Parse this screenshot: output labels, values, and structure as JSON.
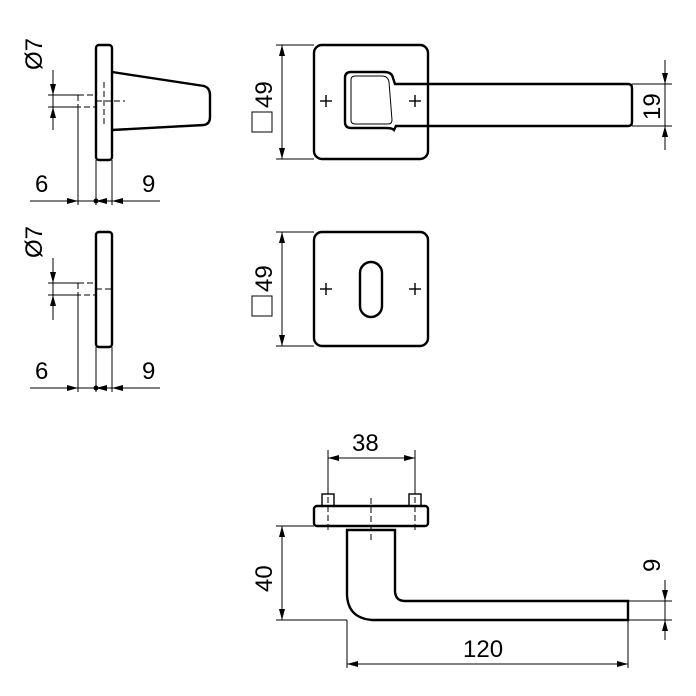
{
  "dimensions": {
    "rosette_pin_diameter_top": "Ø7",
    "rosette_offset_left_top": "6",
    "rosette_offset_right_top": "9",
    "rosette_pin_diameter_bottom": "Ø7",
    "rosette_offset_left_bottom": "6",
    "rosette_offset_right_bottom": "9",
    "rosette_size_top": "49",
    "handle_thickness": "19",
    "escutcheon_size": "49",
    "fixing_spacing": "38",
    "handle_projection": "40",
    "handle_length": "120",
    "lever_thickness": "9"
  },
  "colors": {
    "line": "#000000",
    "background": "#ffffff"
  }
}
